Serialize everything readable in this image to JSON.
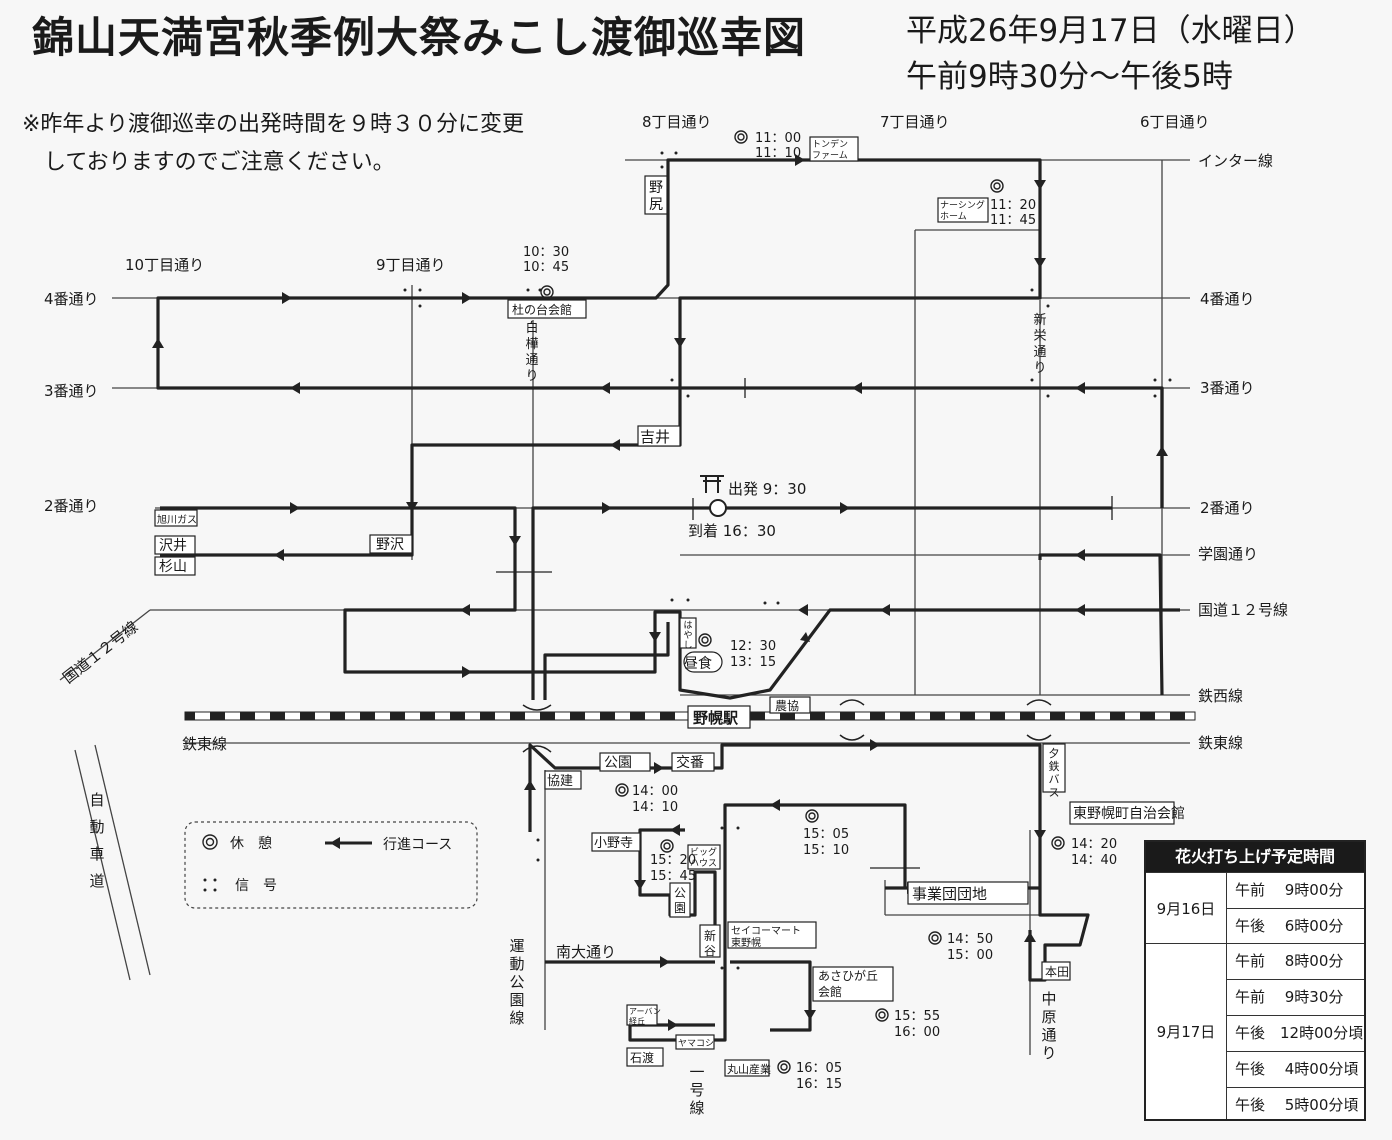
{
  "header": {
    "title": "錦山天満宮秋季例大祭みこし渡御巡幸図",
    "date": "平成26年9月17日（水曜日）",
    "time": "午前9時30分～午後5時",
    "notice_line1": "※昨年より渡御巡幸の出発時間を９時３０分に変更",
    "notice_line2": "　しておりますのでご注意ください。"
  },
  "streets": {
    "ch8": "8丁目通り",
    "ch7": "7丁目通り",
    "ch6": "6丁目通り",
    "ch10": "10丁目通り",
    "ch9": "9丁目通り",
    "inter": "インター線",
    "ban4_l": "4番通り",
    "ban4_r": "4番通り",
    "ban3_l": "3番通り",
    "ban3_r": "3番通り",
    "ban2_l": "2番通り",
    "ban2_r": "2番通り",
    "gakuen": "学園通り",
    "kokudo12_r": "国道１２号線",
    "kokudo12_l": "国道１２号線",
    "tessei": "鉄西線",
    "tetto_l": "鉄東線",
    "tetto_r": "鉄東線",
    "shirakaba": "白樺通り",
    "shinei": "新栄通り",
    "jidoshado": "自動車道",
    "undo": "運動公園線",
    "minami": "南大通り",
    "ichigo": "一号線",
    "nakahara": "中原通り"
  },
  "places": {
    "tonden": "トンデン\nファーム",
    "nursing": "ナーシング\nホーム",
    "morino": "杜の台会館",
    "noshiri": "野尻",
    "yoshii": "吉井",
    "asahi_gas": "旭川ガス",
    "sawai": "沢井",
    "sugiyama": "杉山",
    "nozawa": "野沢",
    "hayashi": "はやし",
    "chushoku": "昼食",
    "nokyo": "農協",
    "station": "野幌駅",
    "yutetsu": "夕鉄バス",
    "higashi_kaikan": "東野幌町自治会館",
    "koen": "公園",
    "koban": "交番",
    "kyoken": "協建",
    "onodera": "小野寺",
    "biggu": "ビッグ\nハウス",
    "koen2": "公園",
    "shintani": "新谷",
    "seico": "セイコーマート\n東野幌",
    "jigyodan": "事業団団地",
    "asahigaoka": "あさひが丘\n会館",
    "honda": "本田",
    "urban": "アーバン\n経丘",
    "ishiwata": "石渡",
    "yamakoshi": "ヤマコシ",
    "maruyama": "丸山産業"
  },
  "times": {
    "t1100": "11：00\n11：10",
    "t1120": "11：20\n11：45",
    "t1030": "10：30\n10：45",
    "depart": "出発 9：30",
    "arrive": "到着 16：30",
    "t1230": "12：30\n13：15",
    "t1400": "14：00\n14：10",
    "t1505": "15：05\n15：10",
    "t1420": "14：20\n14：40",
    "t1520": "15：20\n15：45",
    "t1450": "14：50\n15：00",
    "t1555": "15：55\n16：00",
    "t1605": "16：05\n16：15"
  },
  "legend": {
    "rest": "休　憩",
    "route": "行進コース",
    "signal": "信　号"
  },
  "fireworks": {
    "title": "花火打ち上げ予定時間",
    "days": [
      {
        "day": "9月16日",
        "slots": [
          "午前　 9時00分",
          "午後　 6時00分"
        ]
      },
      {
        "day": "9月17日",
        "slots": [
          "午前　 8時00分",
          "午前　 9時30分",
          "午後　12時00分頃",
          "午後　 4時00分頃",
          "午後　 5時00分頃"
        ]
      }
    ]
  }
}
